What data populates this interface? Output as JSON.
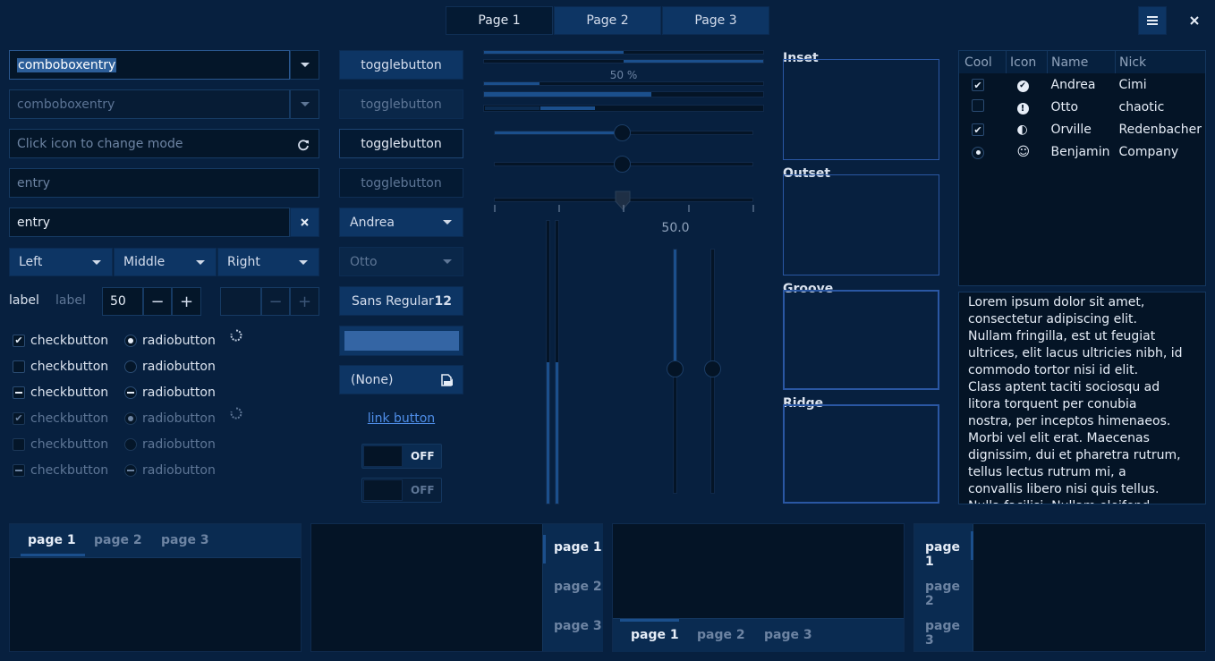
{
  "header": {
    "tabs": [
      {
        "label": "Page 1"
      },
      {
        "label": "Page 2"
      },
      {
        "label": "Page 3"
      }
    ],
    "menu_icon": "hamburger-menu-icon",
    "close_icon": "close-icon"
  },
  "col1": {
    "combo1": {
      "value": "comboboxentry"
    },
    "combo2": {
      "value": "comboboxentry"
    },
    "icon_entry": {
      "placeholder": "Click icon to change mode"
    },
    "entry_placeholder": {
      "placeholder": "entry"
    },
    "entry_clear": {
      "value": "entry"
    },
    "segmented": [
      {
        "label": "Left"
      },
      {
        "label": "Middle"
      },
      {
        "label": "Right"
      }
    ],
    "label1": "label",
    "label2": "label",
    "spin1": {
      "value": "50",
      "minus": "−",
      "plus": "+"
    },
    "spin2": {
      "minus": "−",
      "plus": "+"
    },
    "checks": [
      {
        "label": "checkbutton",
        "state": "checked",
        "enabled": true
      },
      {
        "label": "checkbutton",
        "state": "unchecked",
        "enabled": true
      },
      {
        "label": "checkbutton",
        "state": "mixed",
        "enabled": true
      },
      {
        "label": "checkbutton",
        "state": "checked",
        "enabled": false
      },
      {
        "label": "checkbutton",
        "state": "unchecked",
        "enabled": false
      },
      {
        "label": "checkbutton",
        "state": "mixed",
        "enabled": false
      }
    ],
    "radios": [
      {
        "label": "radiobutton",
        "state": "checked",
        "enabled": true
      },
      {
        "label": "radiobutton",
        "state": "unchecked",
        "enabled": true
      },
      {
        "label": "radiobutton",
        "state": "mixed",
        "enabled": true
      },
      {
        "label": "radiobutton",
        "state": "checked",
        "enabled": false
      },
      {
        "label": "radiobutton",
        "state": "unchecked",
        "enabled": false
      },
      {
        "label": "radiobutton",
        "state": "mixed",
        "enabled": false
      }
    ],
    "check_glyph": "✔",
    "spinner_icon": "spinner-icon"
  },
  "col2": {
    "toggles": [
      {
        "label": "togglebutton"
      },
      {
        "label": "togglebutton"
      },
      {
        "label": "togglebutton"
      },
      {
        "label": "togglebutton"
      }
    ],
    "combo_andrea": "Andrea",
    "combo_otto": "Otto",
    "font_button": {
      "name": "Sans Regular",
      "size": "12"
    },
    "color_button": {
      "color": "#3465a4"
    },
    "file_button": {
      "label": "(None)",
      "icon": "document-open-icon"
    },
    "link": "link button",
    "switch1": "OFF",
    "switch2": "OFF"
  },
  "col3": {
    "progress_text": "50 %",
    "progress_value": 0.5,
    "scale_value_label": "50.0",
    "hscale1_value": 0.5,
    "hscale2_value": 0.5,
    "hscale3_value": 0.5,
    "vscale1_value": 0.5,
    "vscale2_value": 0.5
  },
  "frames": [
    {
      "label": "Inset"
    },
    {
      "label": "Outset"
    },
    {
      "label": "Groove"
    },
    {
      "label": "Ridge"
    }
  ],
  "tree": {
    "headers": [
      "Cool",
      "Icon",
      "Name",
      "Nick"
    ],
    "rows": [
      {
        "cool": "check",
        "icon": "✔",
        "icon_name": "emblem-ok-icon",
        "name": "Andrea",
        "nick": "Cimi"
      },
      {
        "cool": "none",
        "icon": "!",
        "icon_name": "warning-icon",
        "name": "Otto",
        "nick": "chaotic"
      },
      {
        "cool": "check",
        "icon": "◐",
        "icon_name": "moon-icon",
        "name": "Orville",
        "nick": "Redenbacher"
      },
      {
        "cool": "radio",
        "icon": "☺",
        "icon_name": "face-icon",
        "name": "Benjamin",
        "nick": "Company"
      }
    ]
  },
  "textview": {
    "text": "Lorem ipsum dolor sit amet, consectetur adipiscing elit.\nNullam fringilla, est ut feugiat ultrices, elit lacus ultricies nibh, id commodo tortor nisi id elit.\nClass aptent taciti sociosqu ad litora torquent per conubia nostra, per inceptos himenaeos.\nMorbi vel elit erat. Maecenas dignissim, dui et pharetra rutrum, tellus lectus rutrum mi, a convallis libero nisi quis tellus.\nNulla facilisi. Nullam eleifend lobortis"
  },
  "notebooks": [
    {
      "tabs": [
        "page 1",
        "page 2",
        "page 3"
      ]
    },
    {
      "tabs": [
        "page 1",
        "page 2",
        "page 3"
      ]
    },
    {
      "tabs": [
        "page 1",
        "page 2",
        "page 3"
      ]
    },
    {
      "tabs": [
        "page 1",
        "page 2",
        "page 3"
      ]
    }
  ]
}
